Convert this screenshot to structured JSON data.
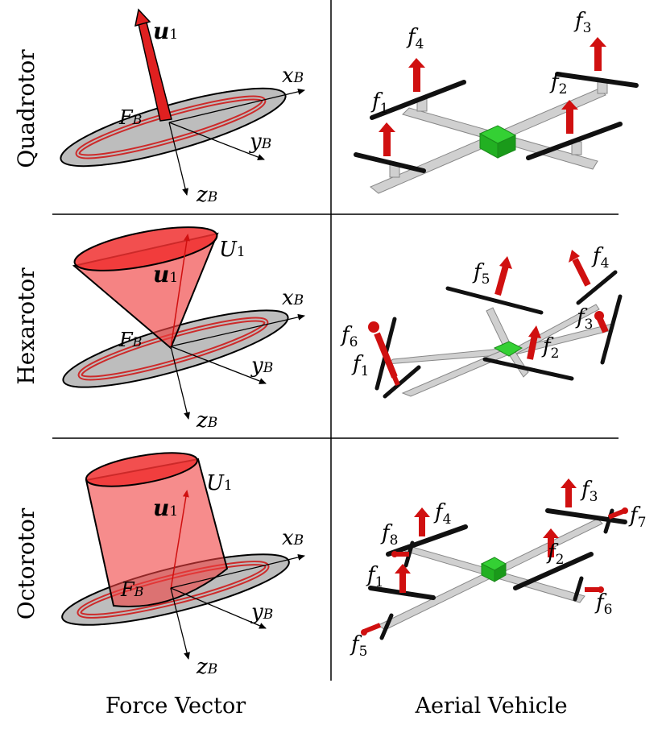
{
  "rows": [
    {
      "label": "Quadrotor",
      "set_label": "",
      "force_label": "u",
      "force_sub": "1",
      "frame_label": "F",
      "frame_sub": "B"
    },
    {
      "label": "Hexarotor",
      "set_label": "U",
      "set_sub": "1",
      "force_label": "u",
      "force_sub": "1",
      "frame_label": "F",
      "frame_sub": "B"
    },
    {
      "label": "Octorotor",
      "set_label": "U",
      "set_sub": "1",
      "force_label": "u",
      "force_sub": "1",
      "frame_label": "F",
      "frame_sub": "B"
    }
  ],
  "axes": {
    "x": "x",
    "y": "y",
    "z": "z",
    "sub": "B"
  },
  "columns": {
    "left": "Force Vector",
    "right": "Aerial Vehicle"
  },
  "quad_forces": [
    "f",
    "1",
    "f",
    "2",
    "f",
    "3",
    "f",
    "4"
  ],
  "hex_forces": [
    "1",
    "2",
    "3",
    "4",
    "5",
    "6"
  ],
  "oct_forces": [
    "1",
    "2",
    "3",
    "4",
    "5",
    "6",
    "7",
    "8"
  ],
  "colors": {
    "red": "#e02020",
    "darkred": "#b01010",
    "disk": "#bdbdbd",
    "arm": "#d0d0d0",
    "hub": "#22cc22"
  }
}
